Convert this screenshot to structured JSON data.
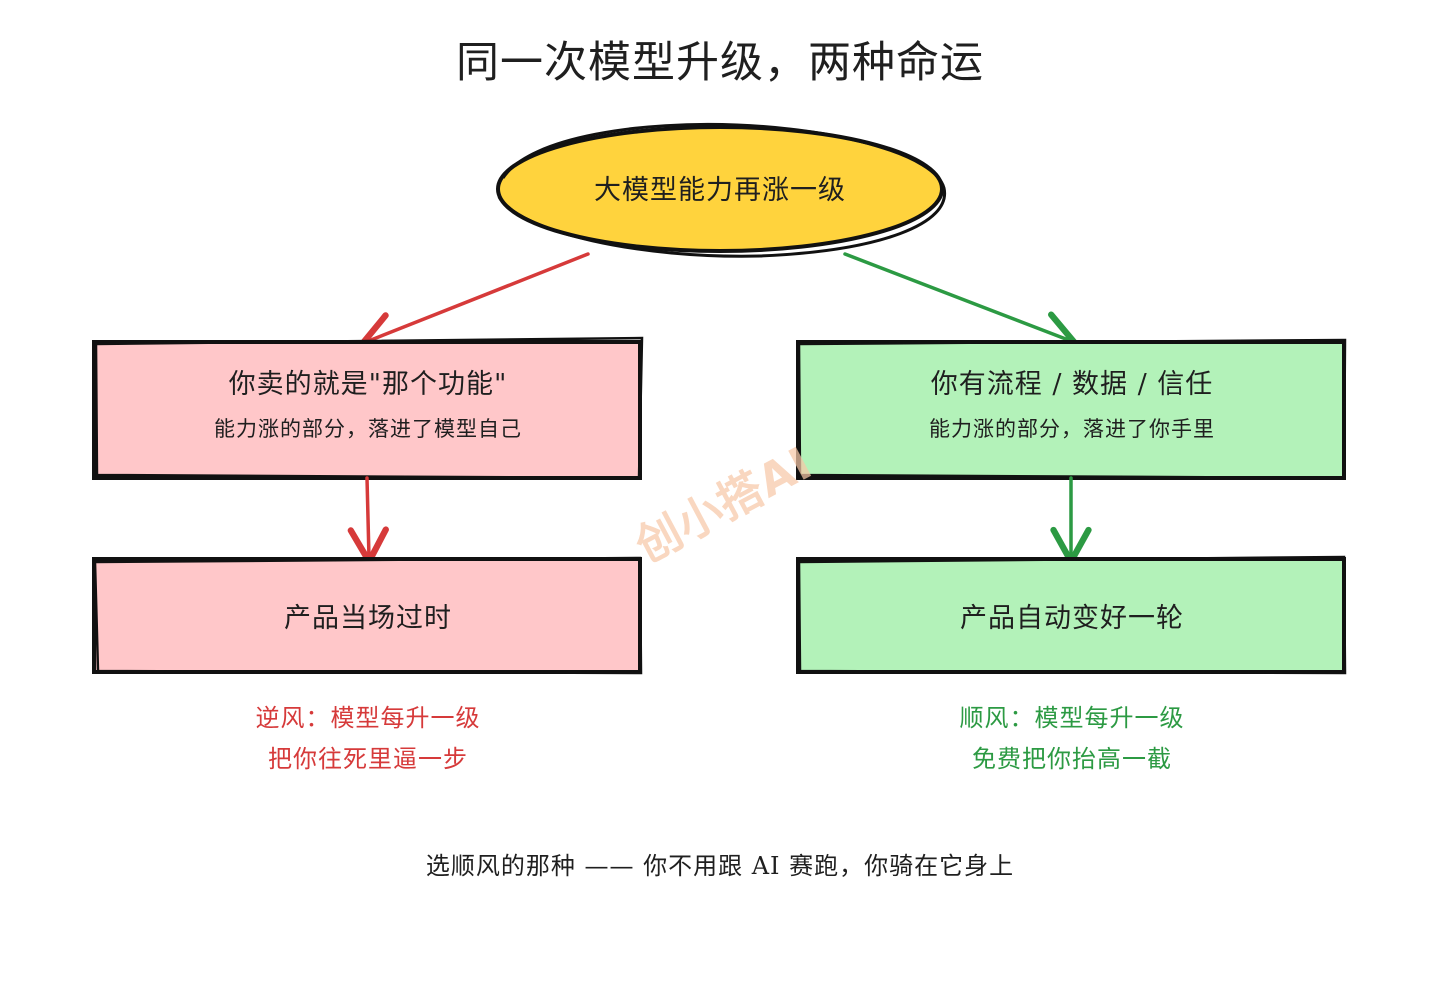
{
  "title": "同一次模型升级，两种命运",
  "root": {
    "label": "大模型能力再涨一级",
    "fill": "#ffd33d"
  },
  "left": {
    "box1": {
      "title": "你卖的就是\"那个功能\"",
      "subtitle": "能力涨的部分，落进了模型自己"
    },
    "box2": {
      "title": "产品当场过时"
    },
    "note": {
      "line1": "逆风：模型每升一级",
      "line2": "把你往死里逼一步",
      "color": "#d63a3a"
    },
    "fill": "#ffc7c9",
    "arrow_color": "#d63a3a"
  },
  "right": {
    "box1": {
      "title": "你有流程 / 数据 / 信任",
      "subtitle": "能力涨的部分，落进了你手里"
    },
    "box2": {
      "title": "产品自动变好一轮"
    },
    "note": {
      "line1": "顺风：模型每升一级",
      "line2": "免费把你抬高一截",
      "color": "#2c9a43"
    },
    "fill": "#b3f2b9",
    "arrow_color": "#2c9a43"
  },
  "footer": "选顺风的那种 —— 你不用跟 AI 赛跑，你骑在它身上",
  "watermark": "创小搭AI"
}
